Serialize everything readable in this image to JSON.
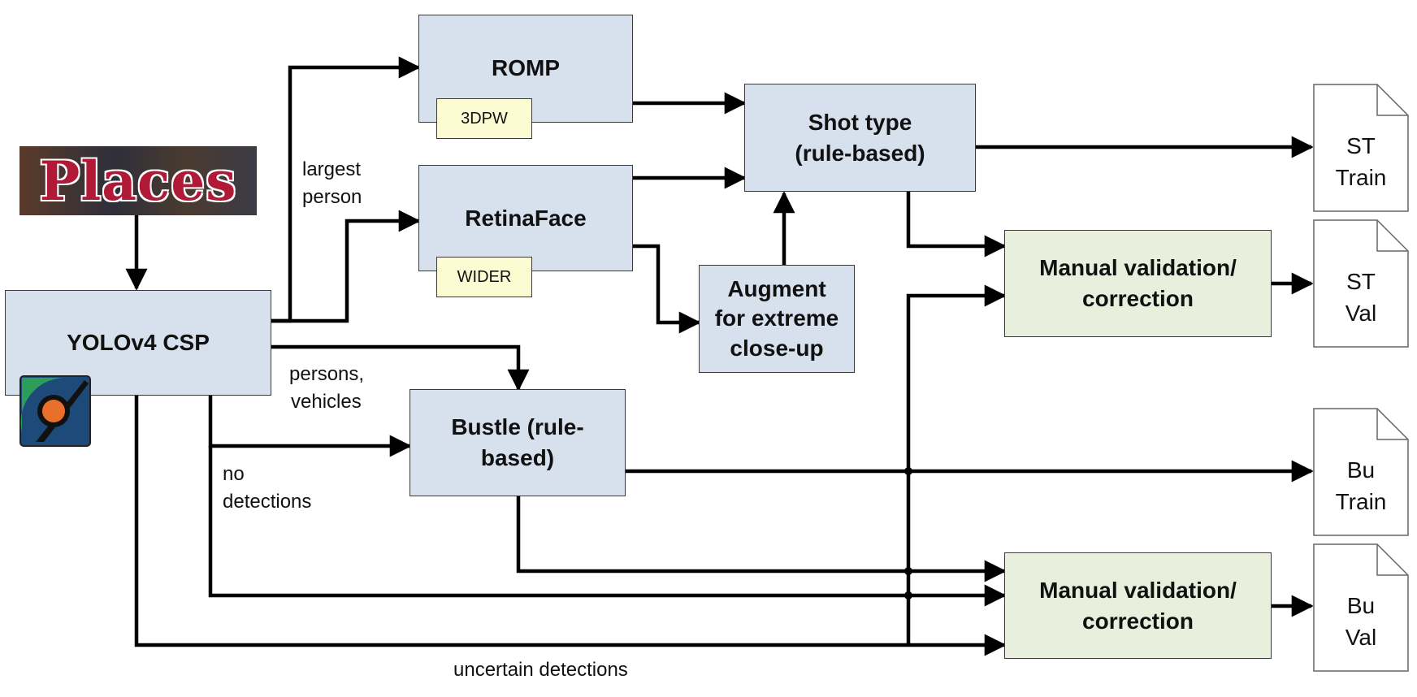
{
  "colors": {
    "process_fill": "#d7e0ed",
    "validation_fill": "#e8efdc",
    "dataset_tag_fill": "#fdfbd2",
    "places_text": "#b01a36"
  },
  "places": {
    "logo_text": "Places"
  },
  "nodes": {
    "yolo": "YOLOv4 CSP",
    "romp": "ROMP",
    "romp_dataset": "3DPW",
    "retinaface": "RetinaFace",
    "retinaface_dataset": "WIDER",
    "shot_type": [
      "Shot type",
      "(rule-based)"
    ],
    "augment": [
      "Augment",
      "for extreme",
      "close-up"
    ],
    "bustle": [
      "Bustle (rule-",
      "based)"
    ],
    "manual_1": [
      "Manual validation/",
      "correction"
    ],
    "manual_2": [
      "Manual validation/",
      "correction"
    ]
  },
  "edge_labels": {
    "largest_person": [
      "largest",
      "person"
    ],
    "persons_vehicles": [
      "persons,",
      "vehicles"
    ],
    "no_detections": [
      "no",
      "detections"
    ],
    "uncertain": "uncertain detections"
  },
  "outputs": {
    "st_train": [
      "ST",
      "Train"
    ],
    "st_val": [
      "ST",
      "Val"
    ],
    "bu_train": [
      "Bu",
      "Train"
    ],
    "bu_val": [
      "Bu",
      "Val"
    ]
  },
  "icons": {
    "yolo_logo": "darknet-logo-icon"
  }
}
